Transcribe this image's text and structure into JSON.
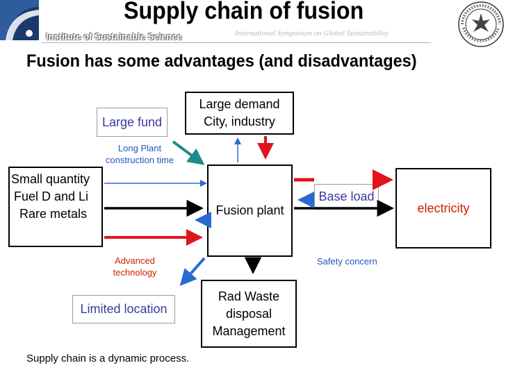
{
  "header": {
    "title": "Supply chain of fusion",
    "institute": "Institute of Sustainable Science",
    "symposium": "International Symposium on Global Sustainability"
  },
  "subtitle": "Fusion has some advantages (and disadvantages)",
  "boxes": {
    "demand": [
      "Large demand",
      "City, industry"
    ],
    "inputs": [
      "Small quantity",
      "Fuel D and Li",
      "Rare metals"
    ],
    "plant": "Fusion plant",
    "electricity": "electricity",
    "waste": [
      "Rad Waste",
      "disposal",
      "Management"
    ],
    "fund": "Large fund",
    "location": "Limited location",
    "baseload": "Base load"
  },
  "labels": {
    "construction": [
      "Long Plant",
      "construction time"
    ],
    "technology": [
      "Advanced",
      "technology"
    ],
    "safety": "Safety concern"
  },
  "footer": "Supply chain is a dynamic process.",
  "colors": {
    "purple_text": "#3a3aa0",
    "blue_label": "#2255bb",
    "red_label": "#cc2200",
    "arrow_red": "#e0141e",
    "arrow_blue": "#2a6ad0",
    "arrow_teal": "#1f8a8a",
    "arrow_black": "#000000",
    "electricity_text": "#cc2200"
  }
}
